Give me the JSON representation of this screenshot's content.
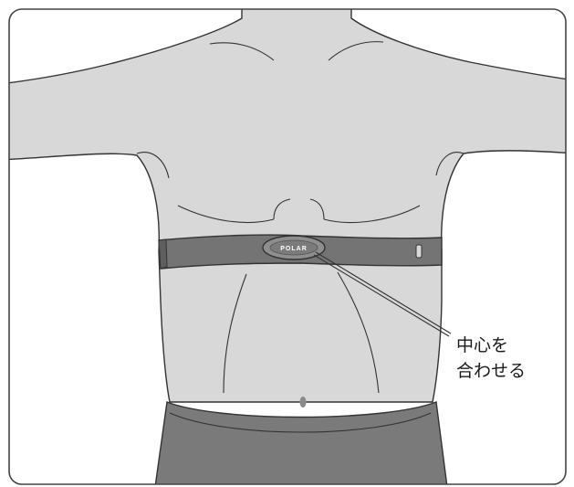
{
  "figure": {
    "callout_lines": [
      "中心を",
      "合わせる"
    ],
    "logo_text": "POLAR"
  },
  "colors": {
    "background": "#ffffff",
    "frame": "#444444",
    "skin": "#d8d8d8",
    "strap": "#747474",
    "strap_dark": "#5e5e5e",
    "connector": "#8e8e8e",
    "shorts": "#7a7a7a",
    "ink": "#333333"
  }
}
